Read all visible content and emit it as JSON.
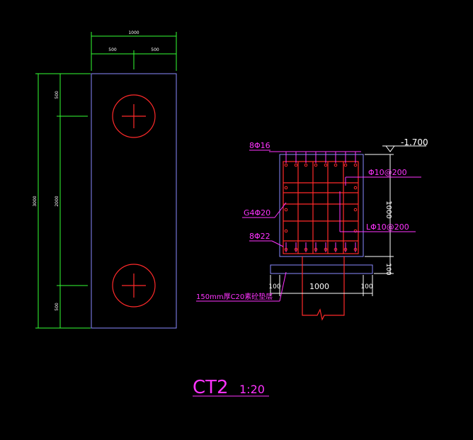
{
  "colors": {
    "background": "#000000",
    "dimension": "#33ff33",
    "outline": "#8a8aff",
    "rebar": "#ff2a2a",
    "annotation": "#ff33ff",
    "concrete": "#ffffff"
  },
  "plan": {
    "dim_top_total": "1000",
    "dim_top_left": "500",
    "dim_top_right": "500",
    "dim_left_total": "3000",
    "dim_left_top": "500",
    "dim_left_mid": "2000",
    "dim_left_bottom": "500"
  },
  "section": {
    "top_bar_label": "8Φ16",
    "elevation_label": "-1.700",
    "stirrup_label_1": "Φ10@200",
    "side_bar_label": "G4Φ20",
    "stirrup_label_2": "LΦ10@200",
    "bottom_bar_label": "8Φ22",
    "height_dim": "1000",
    "pad_dim": "100",
    "width_dim": "1000",
    "ledge_left": "100",
    "ledge_right": "100",
    "cushion_label": "150mm厚C20素砼垫层"
  },
  "title": {
    "name": "CT2",
    "scale": "1:20"
  }
}
